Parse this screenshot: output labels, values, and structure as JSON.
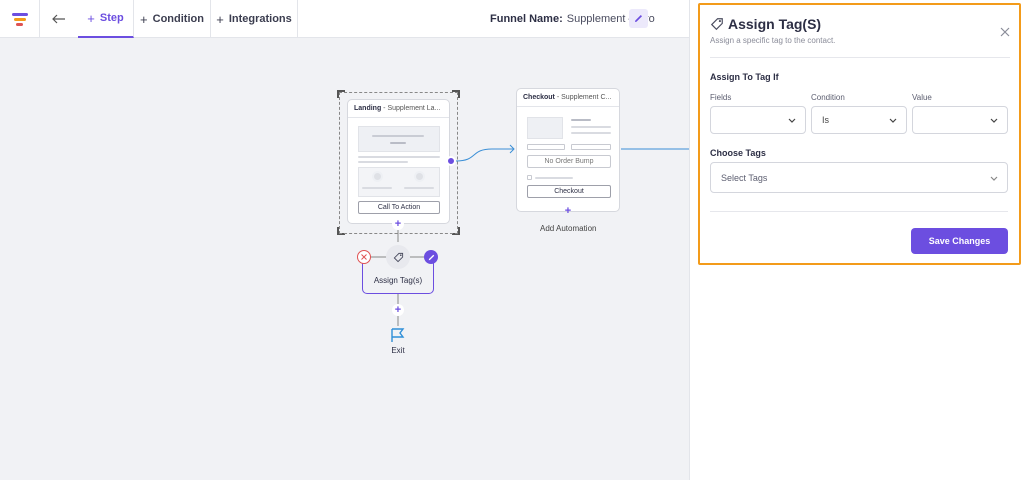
{
  "topbar": {
    "tabs": [
      {
        "label": "Step"
      },
      {
        "label": "Condition"
      },
      {
        "label": "Integrations"
      }
    ],
    "funnel_label": "Funnel Name:",
    "funnel_value": "Supplement – Pro"
  },
  "canvas": {
    "landing": {
      "title": "Landing",
      "subtitle": "- Supplement La...",
      "cta": "Call To Action"
    },
    "checkout": {
      "title": "Checkout",
      "subtitle": "- Supplement C...",
      "order_bump": "No Order Bump",
      "button": "Checkout",
      "add_automation": "Add Automation"
    },
    "action_node": {
      "label": "Assign Tag(s)"
    },
    "exit": {
      "label": "Exit"
    }
  },
  "panel": {
    "title": "Assign Tag(S)",
    "subtitle": "Assign a specific tag to the contact.",
    "condition_section": "Assign To Tag If",
    "fields_label": "Fields",
    "condition_label": "Condition",
    "value_label": "Value",
    "fields_value": "",
    "condition_value": "Is",
    "value_value": "",
    "tags_section": "Choose Tags",
    "tags_placeholder": "Select Tags",
    "save_label": "Save Changes"
  },
  "colors": {
    "accent": "#6c4ee0",
    "highlight_border": "#f39b1a",
    "connector": "#3b8fd6",
    "delete_red": "#e05252"
  },
  "icons": [
    "funnel-logo-icon",
    "arrow-left-icon",
    "plus-icon",
    "pencil-icon",
    "tag-icon",
    "close-icon",
    "chevron-down-icon",
    "flag-icon"
  ]
}
